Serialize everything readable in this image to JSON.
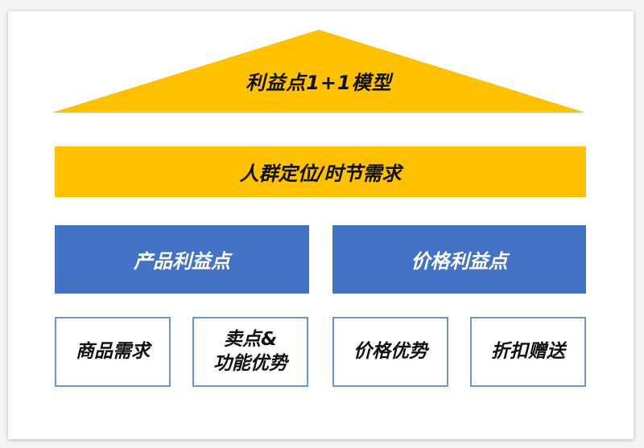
{
  "diagram": {
    "title": "利益点1+1模型",
    "foundation": "人群定位/时节需求",
    "pillars": [
      {
        "label": "产品利益点"
      },
      {
        "label": "价格利益点"
      }
    ],
    "leaves": [
      {
        "label": "商品需求",
        "parent": "产品利益点"
      },
      {
        "label": "卖点&\n功能优势",
        "line1": "卖点&",
        "line2": "功能优势",
        "parent": "产品利益点"
      },
      {
        "label": "价格优势",
        "parent": "价格利益点"
      },
      {
        "label": "折扣赠送",
        "parent": "价格利益点"
      }
    ],
    "colors": {
      "roof": "#ffc000",
      "band": "#ffc000",
      "pillar": "#4472c4",
      "leaf_border": "#6f94d6"
    }
  }
}
